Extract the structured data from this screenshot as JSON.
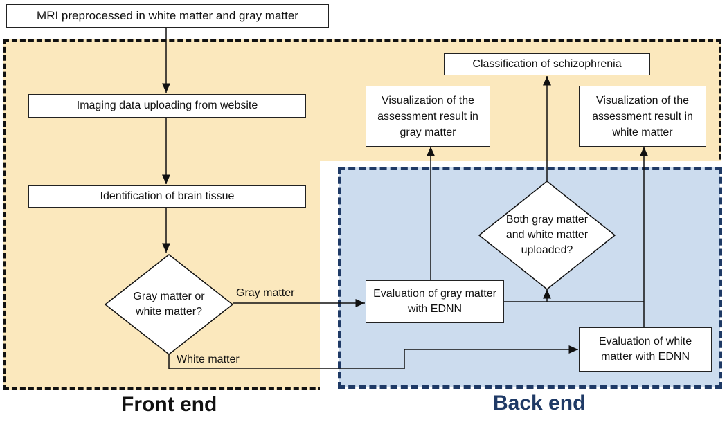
{
  "nodes": {
    "mri": "MRI preprocessed in white matter and gray matter",
    "upload": "Imaging data uploading from website",
    "identify": "Identification of brain tissue",
    "decision_tissue": "Gray matter or white matter?",
    "eval_gray": "Evaluation of gray matter with EDNN",
    "eval_white": "Evaluation of white matter with EDNN",
    "decision_both": "Both gray matter and white matter uploaded?",
    "viz_gray": "Visualization of the assessment result in gray matter",
    "viz_white": "Visualization of the assessment result in white matter",
    "classification": "Classification of schizophrenia"
  },
  "edges": {
    "gray_label": "Gray matter",
    "white_label": "White matter"
  },
  "sections": {
    "front": "Front end",
    "back": "Back end"
  },
  "colors": {
    "front_fill": "#fbe8bd",
    "back_fill": "#ccdcee",
    "front_border": "#111111",
    "back_border": "#1f3a66"
  }
}
